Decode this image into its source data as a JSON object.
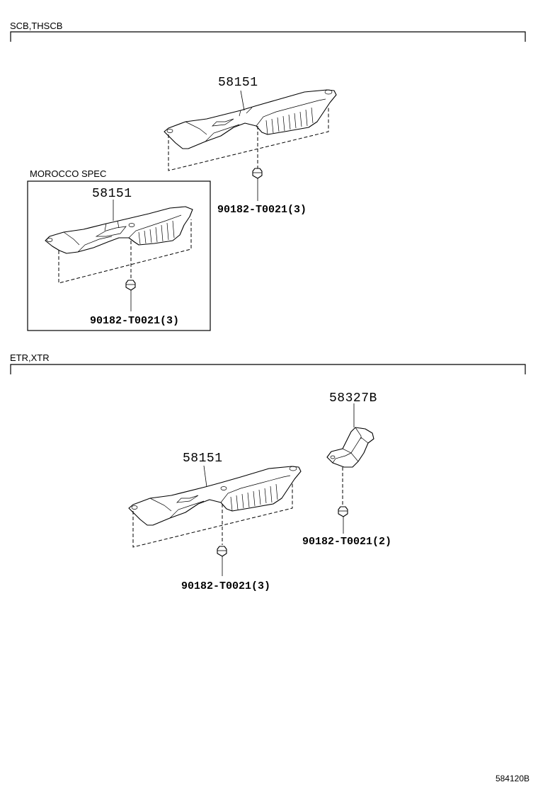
{
  "sections": {
    "top": {
      "label": "SCB,THSCB"
    },
    "bottom": {
      "label": "ETR,XTR"
    },
    "morocco": {
      "label": "MOROCCO SPEC"
    }
  },
  "parts": {
    "cover_top": "58151",
    "cover_morocco": "58151",
    "cover_bottom": "58151",
    "bracket_bottom": "58327B"
  },
  "fasteners": {
    "clip_top": "90182-T0021(3)",
    "clip_morocco": "90182-T0021(3)",
    "clip_bottom": "90182-T0021(3)",
    "clip_bracket": "90182-T0021(2)"
  },
  "ref_code": "584120B"
}
